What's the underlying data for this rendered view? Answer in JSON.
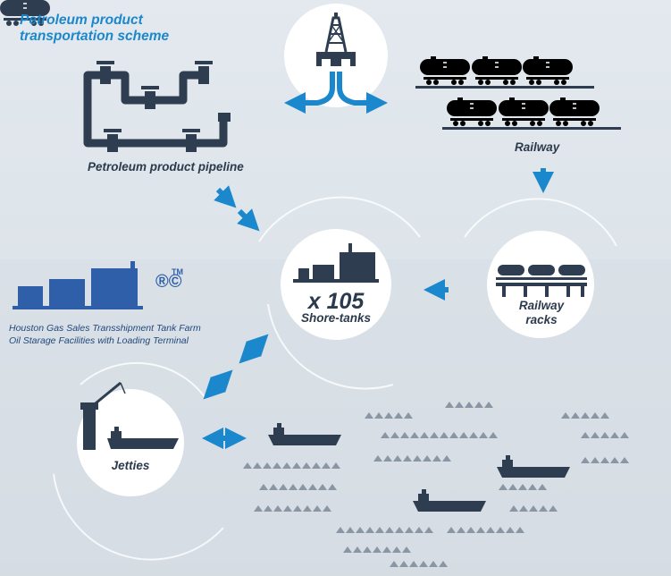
{
  "title": "Petroleum product transportation scheme",
  "labels": {
    "pipeline": "Petroleum product pipeline",
    "railway": "Railway",
    "railway_racks": "Railway racks",
    "count": "x 105",
    "shore_tanks": "Shore-tanks",
    "jetties": "Jetties",
    "company_line1": "Houston Gas Sales Transshipment Tank Farm",
    "company_line2": "Oil Starage Facilities with Loading Terminal",
    "marks": "®©",
    "tm": "TM"
  },
  "colors": {
    "accent_blue": "#1b87cc",
    "dark_slate": "#2e3e50",
    "tank_blue": "#2f5fa8",
    "background": "#dde4ea",
    "circle_white": "#ffffff"
  },
  "icons": [
    "oil-rig-icon",
    "pipeline-icon",
    "train-icon",
    "railway-rack-icon",
    "storage-tanks-icon",
    "crane-icon",
    "tanker-ship-icon",
    "wave-icon",
    "arrow-icon"
  ]
}
